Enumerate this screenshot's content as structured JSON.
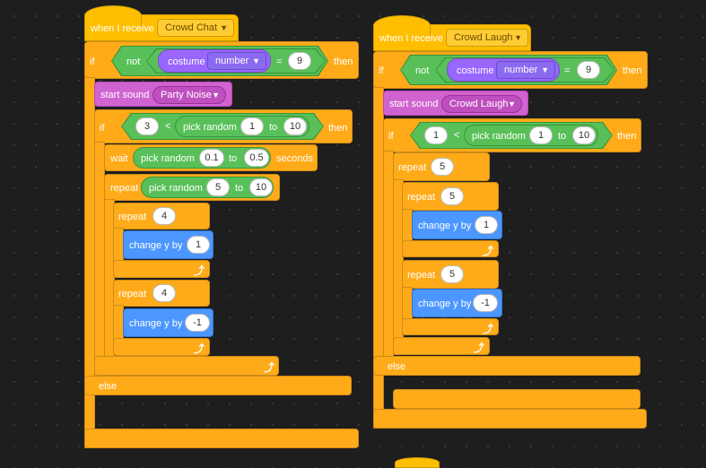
{
  "left_script": {
    "hat_label": "when I receive",
    "hat_message": "Crowd Chat",
    "if_label": "if",
    "not_label": "not",
    "costume_label": "costume",
    "costume_option": "number",
    "equals": "=",
    "equals_value": "9",
    "then_label": "then",
    "start_sound_label": "start sound",
    "sound_option": "Party Noise",
    "inner_if_label": "if",
    "lt_left": "3",
    "lt_op": "<",
    "pick_random_label": "pick random",
    "lt_rand_from": "1",
    "to_label": "to",
    "lt_rand_to": "10",
    "inner_then_label": "then",
    "wait_label": "wait",
    "wait_rand_from": "0.1",
    "wait_rand_to": "0.5",
    "seconds_label": "seconds",
    "repeat_label": "repeat",
    "repeat_rand_from": "5",
    "repeat_rand_to": "10",
    "repeat1_count": "4",
    "change_y_label": "change y by",
    "change1_value": "1",
    "repeat2_count": "4",
    "change2_value": "-1",
    "else_label": "else"
  },
  "right_script": {
    "hat_label": "when I receive",
    "hat_message": "Crowd Laugh",
    "if_label": "if",
    "not_label": "not",
    "costume_label": "costume",
    "costume_option": "number",
    "equals": "=",
    "equals_value": "9",
    "then_label": "then",
    "start_sound_label": "start sound",
    "sound_option": "Crowd Laugh",
    "inner_if_label": "if",
    "lt_left": "1",
    "lt_op": "<",
    "pick_random_label": "pick random",
    "lt_rand_from": "1",
    "to_label": "to",
    "lt_rand_to": "10",
    "inner_then_label": "then",
    "repeat_label": "repeat",
    "outer_repeat_count": "5",
    "repeat1_count": "5",
    "change_y_label": "change y by",
    "change1_value": "1",
    "repeat2_count": "5",
    "change2_value": "-1",
    "else_label": "else"
  },
  "icons": {
    "dropdown": "caret-down",
    "loop": "loop-arrow"
  },
  "colors": {
    "events": "#ffbf00",
    "control": "#ffab19",
    "sound": "#cf63cf",
    "looks": "#9966ff",
    "operators": "#59c059",
    "motion": "#4c97ff",
    "background": "#1e1e1e"
  }
}
